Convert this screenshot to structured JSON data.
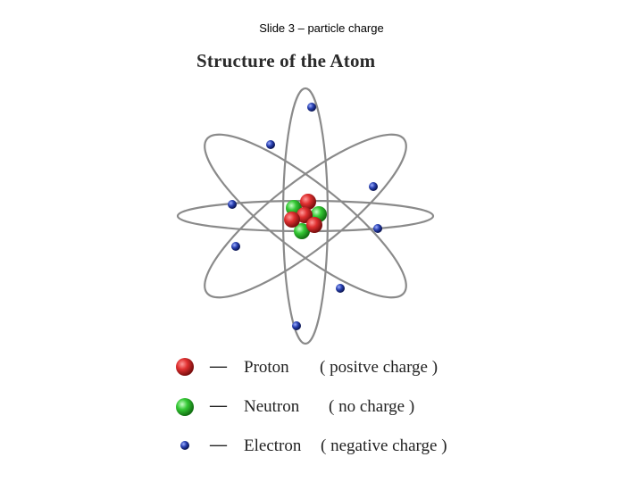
{
  "slide": {
    "title": "Slide 3 – particle charge"
  },
  "diagram": {
    "heading": "Structure of the Atom"
  },
  "legend": [
    {
      "name": "Proton",
      "dash": "—",
      "description": "( positve charge )"
    },
    {
      "name": "Neutron",
      "dash": "—",
      "description": "( no charge )"
    },
    {
      "name": "Electron",
      "dash": "—",
      "description": "( negative charge )"
    }
  ],
  "colors": {
    "proton": "#d42a2a",
    "neutron": "#2fbf2f",
    "electron": "#1c2f9c",
    "orbit": "#8a8a8a"
  }
}
